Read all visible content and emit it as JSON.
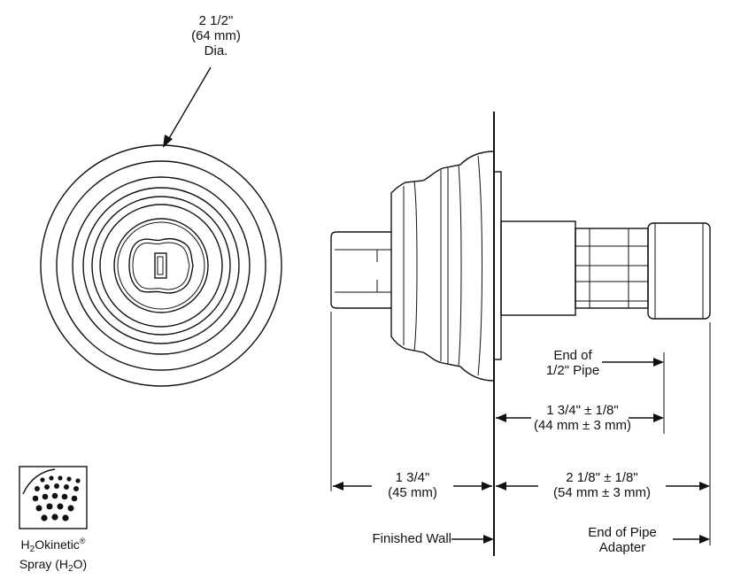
{
  "dimensions": {
    "dia_line1": "2 1/2\"",
    "dia_line2": "(64 mm)",
    "dia_line3": "Dia.",
    "pipe_end_line1": "End of",
    "pipe_end_line2": "1/2\" Pipe",
    "pipe_depth_line1": "1 3/4\" ± 1/8\"",
    "pipe_depth_line2": "(44 mm ± 3 mm)",
    "knob_line1": "1 3/4\"",
    "knob_line2": "(45 mm)",
    "adapter_depth_line1": "2 1/8\" ± 1/8\"",
    "adapter_depth_line2": "(54 mm ± 3 mm)",
    "finished_wall": "Finished Wall",
    "adapter_end_line1": "End of Pipe",
    "adapter_end_line2": "Adapter"
  },
  "logo": {
    "brand_h": "H",
    "brand_2": "2",
    "brand_rest": "Okinetic",
    "brand_mark": "®",
    "spray_prefix": "Spray (H",
    "spray_2": "2",
    "spray_suffix": "O)"
  }
}
